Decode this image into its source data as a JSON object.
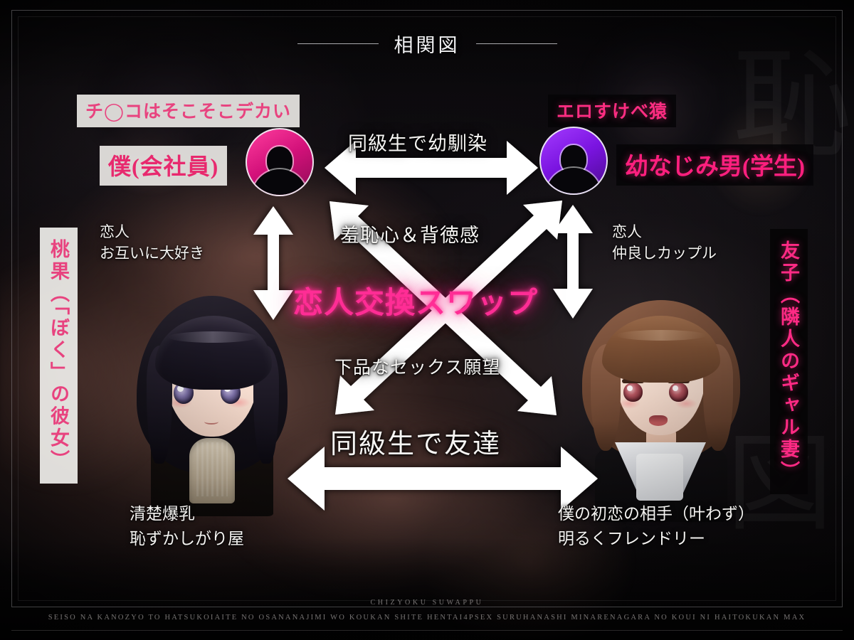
{
  "header": {
    "title": "相関図"
  },
  "characters": {
    "top_left": {
      "trait_tag": "チ◯コはそこそこデカい",
      "name": "僕(会社員)",
      "avatar_icon": "person-silhouette-icon",
      "avatar_color": "#d3117a",
      "side_note_line1": "恋人",
      "side_note_line2": "お互いに大好き"
    },
    "top_right": {
      "trait_tag": "エロすけべ猿",
      "name": "幼なじみ男(学生)",
      "avatar_icon": "person-silhouette-icon",
      "avatar_color": "#7a14e0",
      "side_note_line1": "恋人",
      "side_note_line2": "仲良しカップル"
    },
    "bottom_left": {
      "vertical_tag": "桃果（「ぼく」の彼女）",
      "desc_line1": "清楚爆乳",
      "desc_line2": "恥ずかしがり屋"
    },
    "bottom_right": {
      "vertical_tag": "友子（隣人のギャル妻）",
      "desc_line1": "僕の初恋の相手（叶わず）",
      "desc_line2": "明るくフレンドリー"
    }
  },
  "relations": {
    "top": "同級生で幼馴染",
    "cross_upper": "羞恥心＆背徳感",
    "cross_center": "恋人交換スワップ",
    "cross_lower": "下品なセックス願望",
    "bottom": "同級生で友達"
  },
  "colors": {
    "pink_accent": "#ff2d95",
    "pink_tag": "#e8437f",
    "magenta_name": "#ff1f7e",
    "arrow_white": "#ffffff",
    "background": "#07060a"
  },
  "watermarks": {
    "upper": "恥",
    "lower": "図"
  },
  "footer": {
    "title_romaji": "CHIZYOKU SUWAPPU",
    "subtitle_romaji": "SEISO NA KANOZYO TO HATSUKOIAITE NO OSANANAJIMI WO KOUKAN SHITE HENTAI4PSEX SURUHANASHI MINARENAGARA NO KOUI NI HAITOKUKAN MAX"
  }
}
